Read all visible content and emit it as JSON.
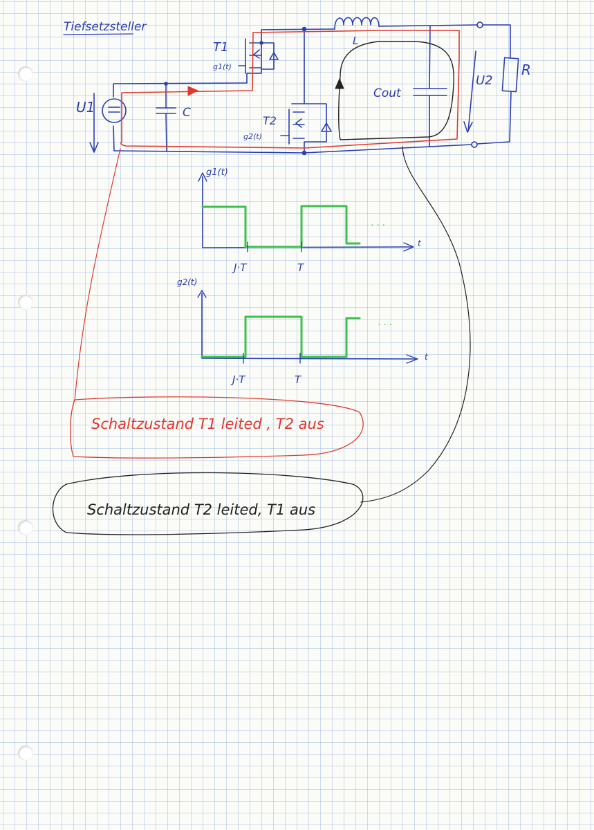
{
  "title": "Tiefsetzsteller",
  "circuit": {
    "source": "U1",
    "input_cap": "C",
    "switch_high": "T1",
    "gate_high": "g1(t)",
    "switch_low": "T2",
    "gate_low": "g2(t)",
    "inductor": "L",
    "output_cap": "Cout",
    "output_voltage": "U2",
    "load": "R"
  },
  "plots": {
    "g1": {
      "ylabel": "g1(t)",
      "xlabel": "t",
      "tick_dt": "J·T",
      "tick_t": "T",
      "dots": "· · ·"
    },
    "g2": {
      "ylabel": "g2(t)",
      "xlabel": "t",
      "tick_dt": "J·T",
      "tick_t": "T",
      "dots": "· · ·"
    }
  },
  "states": {
    "red": "Schaltzustand T1 leited , T2 aus",
    "black": "Schaltzustand T2 leited, T1 aus"
  },
  "colors": {
    "blue": "#2a3fb0",
    "red": "#e03a2e",
    "green": "#3cc24a",
    "black": "#222222"
  }
}
